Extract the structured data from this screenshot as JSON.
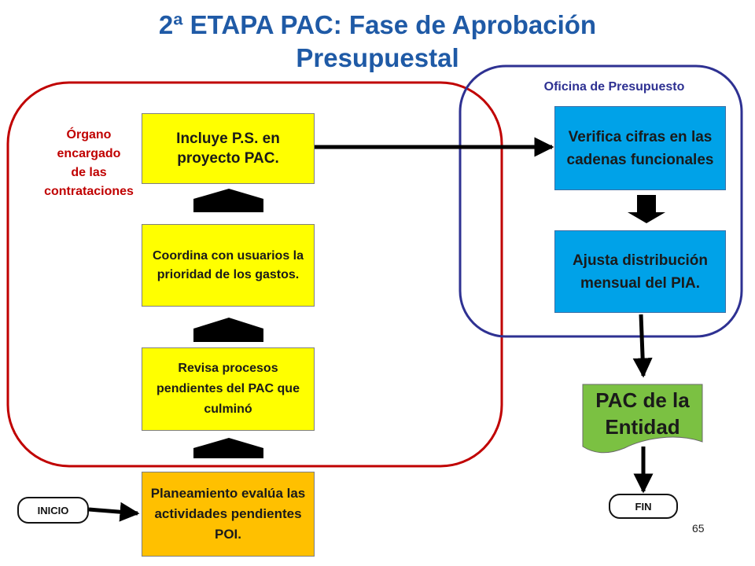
{
  "title": {
    "line1": "2ª ETAPA PAC: Fase de Aprobación",
    "line2": "Presupuestal"
  },
  "regions": {
    "organo": {
      "label_lines": [
        "Órgano",
        "encargado",
        "de las",
        "contrataciones"
      ],
      "color": "#c00000"
    },
    "oficina": {
      "label": "Oficina de Presupuesto",
      "color": "#2e3192"
    }
  },
  "steps": {
    "planeamiento": "Planeamiento evalúa las actividades pendientes POI.",
    "revisa": "Revisa procesos pendientes del PAC que culminó",
    "coordina": "Coordina con usuarios la prioridad de los gastos.",
    "incluye": "Incluye P.S. en proyecto PAC.",
    "verifica": "Verifica cifras en las cadenas funcionales",
    "ajusta": "Ajusta distribución mensual del PIA."
  },
  "document": {
    "label_line1": "PAC de la",
    "label_line2": "Entidad",
    "color": "#7bc142"
  },
  "terminals": {
    "start": "INICIO",
    "end": "FIN"
  },
  "colors": {
    "title": "#1f5aa6",
    "yellow_box": "#ffff00",
    "orange_box": "#ffc000",
    "blue_box": "#00a2e8"
  },
  "page_number": "65"
}
